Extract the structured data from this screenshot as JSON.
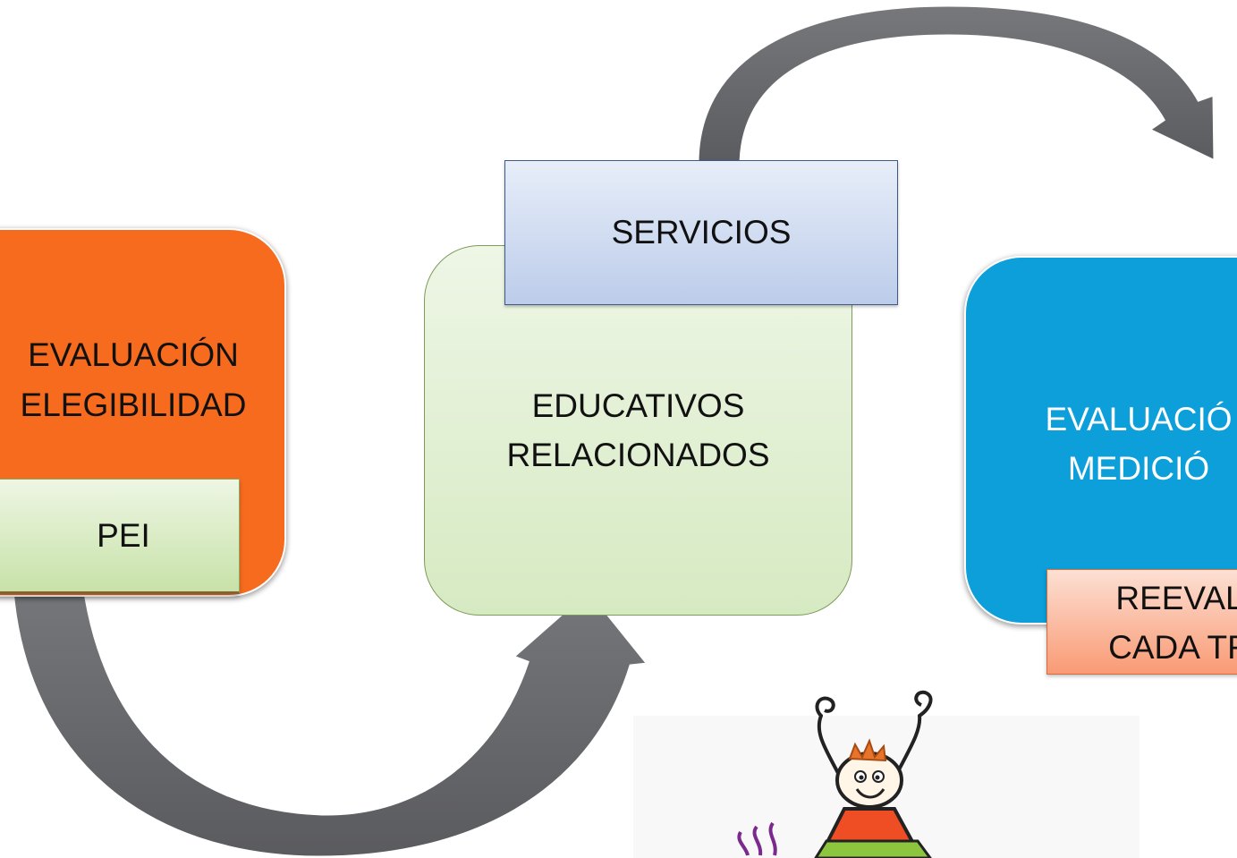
{
  "boxes": {
    "orange": {
      "line1": "EVALUACIÓN",
      "line2": "ELEGIBILIDAD",
      "color": "#f76b1e"
    },
    "green": {
      "line1": "EDUCATIVOS",
      "line2": "RELACIONADOS",
      "color": "#d6eac2"
    },
    "blue": {
      "line1": "EVALUACIÓ",
      "line2": "MEDICIÓ",
      "color": "#0c9fd9"
    }
  },
  "tabs": {
    "pei": {
      "label": "PEI"
    },
    "servicios": {
      "label": "SERVICIOS"
    },
    "reeval": {
      "line1": "REEVAL",
      "line2": "CADA TR"
    }
  },
  "arrow_color": "#6b6c70",
  "image": {
    "name": "cartoon-child-illustration"
  }
}
